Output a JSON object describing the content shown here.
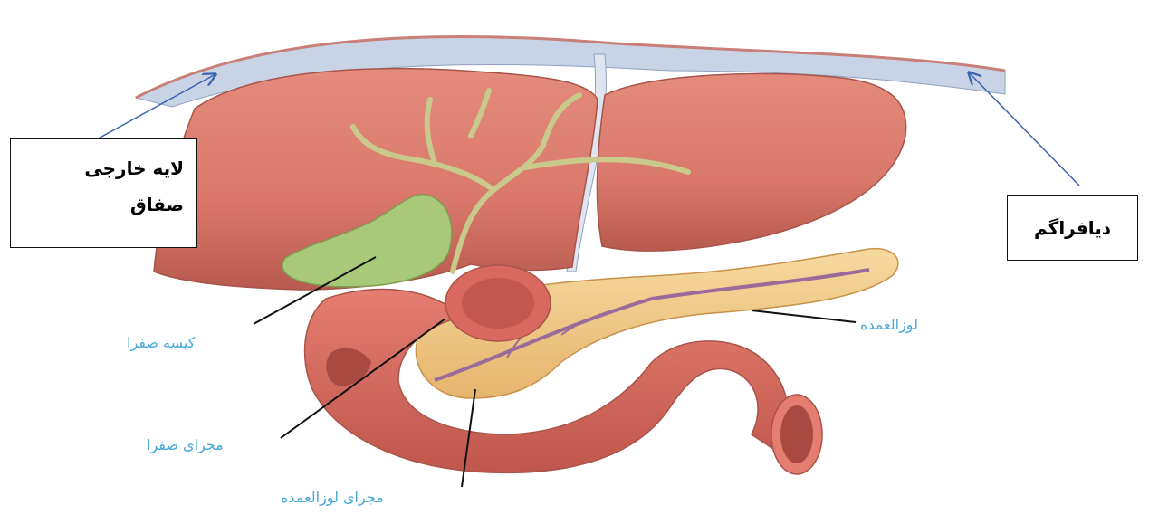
{
  "labels": {
    "peritoneum_line1": "لایه خارجی",
    "peritoneum_line2": "صفاق",
    "diaphragm": "دیافراگم",
    "gallbladder": "کیسه صفرا",
    "pancreas": "لوزالعمده",
    "bile_duct": "مجرای صفرا",
    "pancreatic_duct": "مجرای لوزالعمده"
  },
  "colors": {
    "liver": "#d9786a",
    "liver_shadow": "#b85a4e",
    "diaphragm": "#c9d3e6",
    "gallbladder": "#a9c97a",
    "bile_tree": "#c8c98a",
    "pancreas": "#f0c98a",
    "duct": "#9a6a9a",
    "intestine": "#d9685f",
    "intestine_inner": "#a84a42",
    "arrow": "#3a63b0",
    "label_text": "#4aa8d8"
  }
}
